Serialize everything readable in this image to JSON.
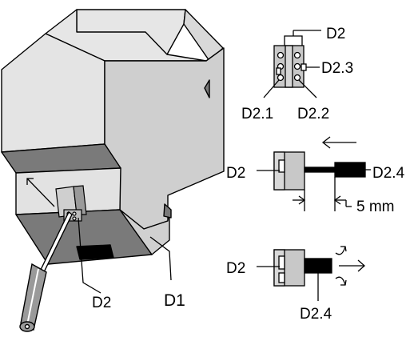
{
  "labels": {
    "d2_top": "D2",
    "d2_3": "D2.3",
    "d2_1": "D2.1",
    "d2_2": "D2.2",
    "d2_mid": "D2",
    "d2_4_mid": "D2.4",
    "five_mm": "5 mm",
    "d2_bottom_left": "D2",
    "d2_4_bottom": "D2.4",
    "d2_device": "D2",
    "d1_device": "D1"
  },
  "colors": {
    "housing_light": "#e6e6e6",
    "housing_mid": "#cfcfcf",
    "housing_dark": "#7a7a7a",
    "connector_body": "#c8c8c8",
    "wire_black": "#000000",
    "screwdriver_grey": "#9a9a9a"
  }
}
